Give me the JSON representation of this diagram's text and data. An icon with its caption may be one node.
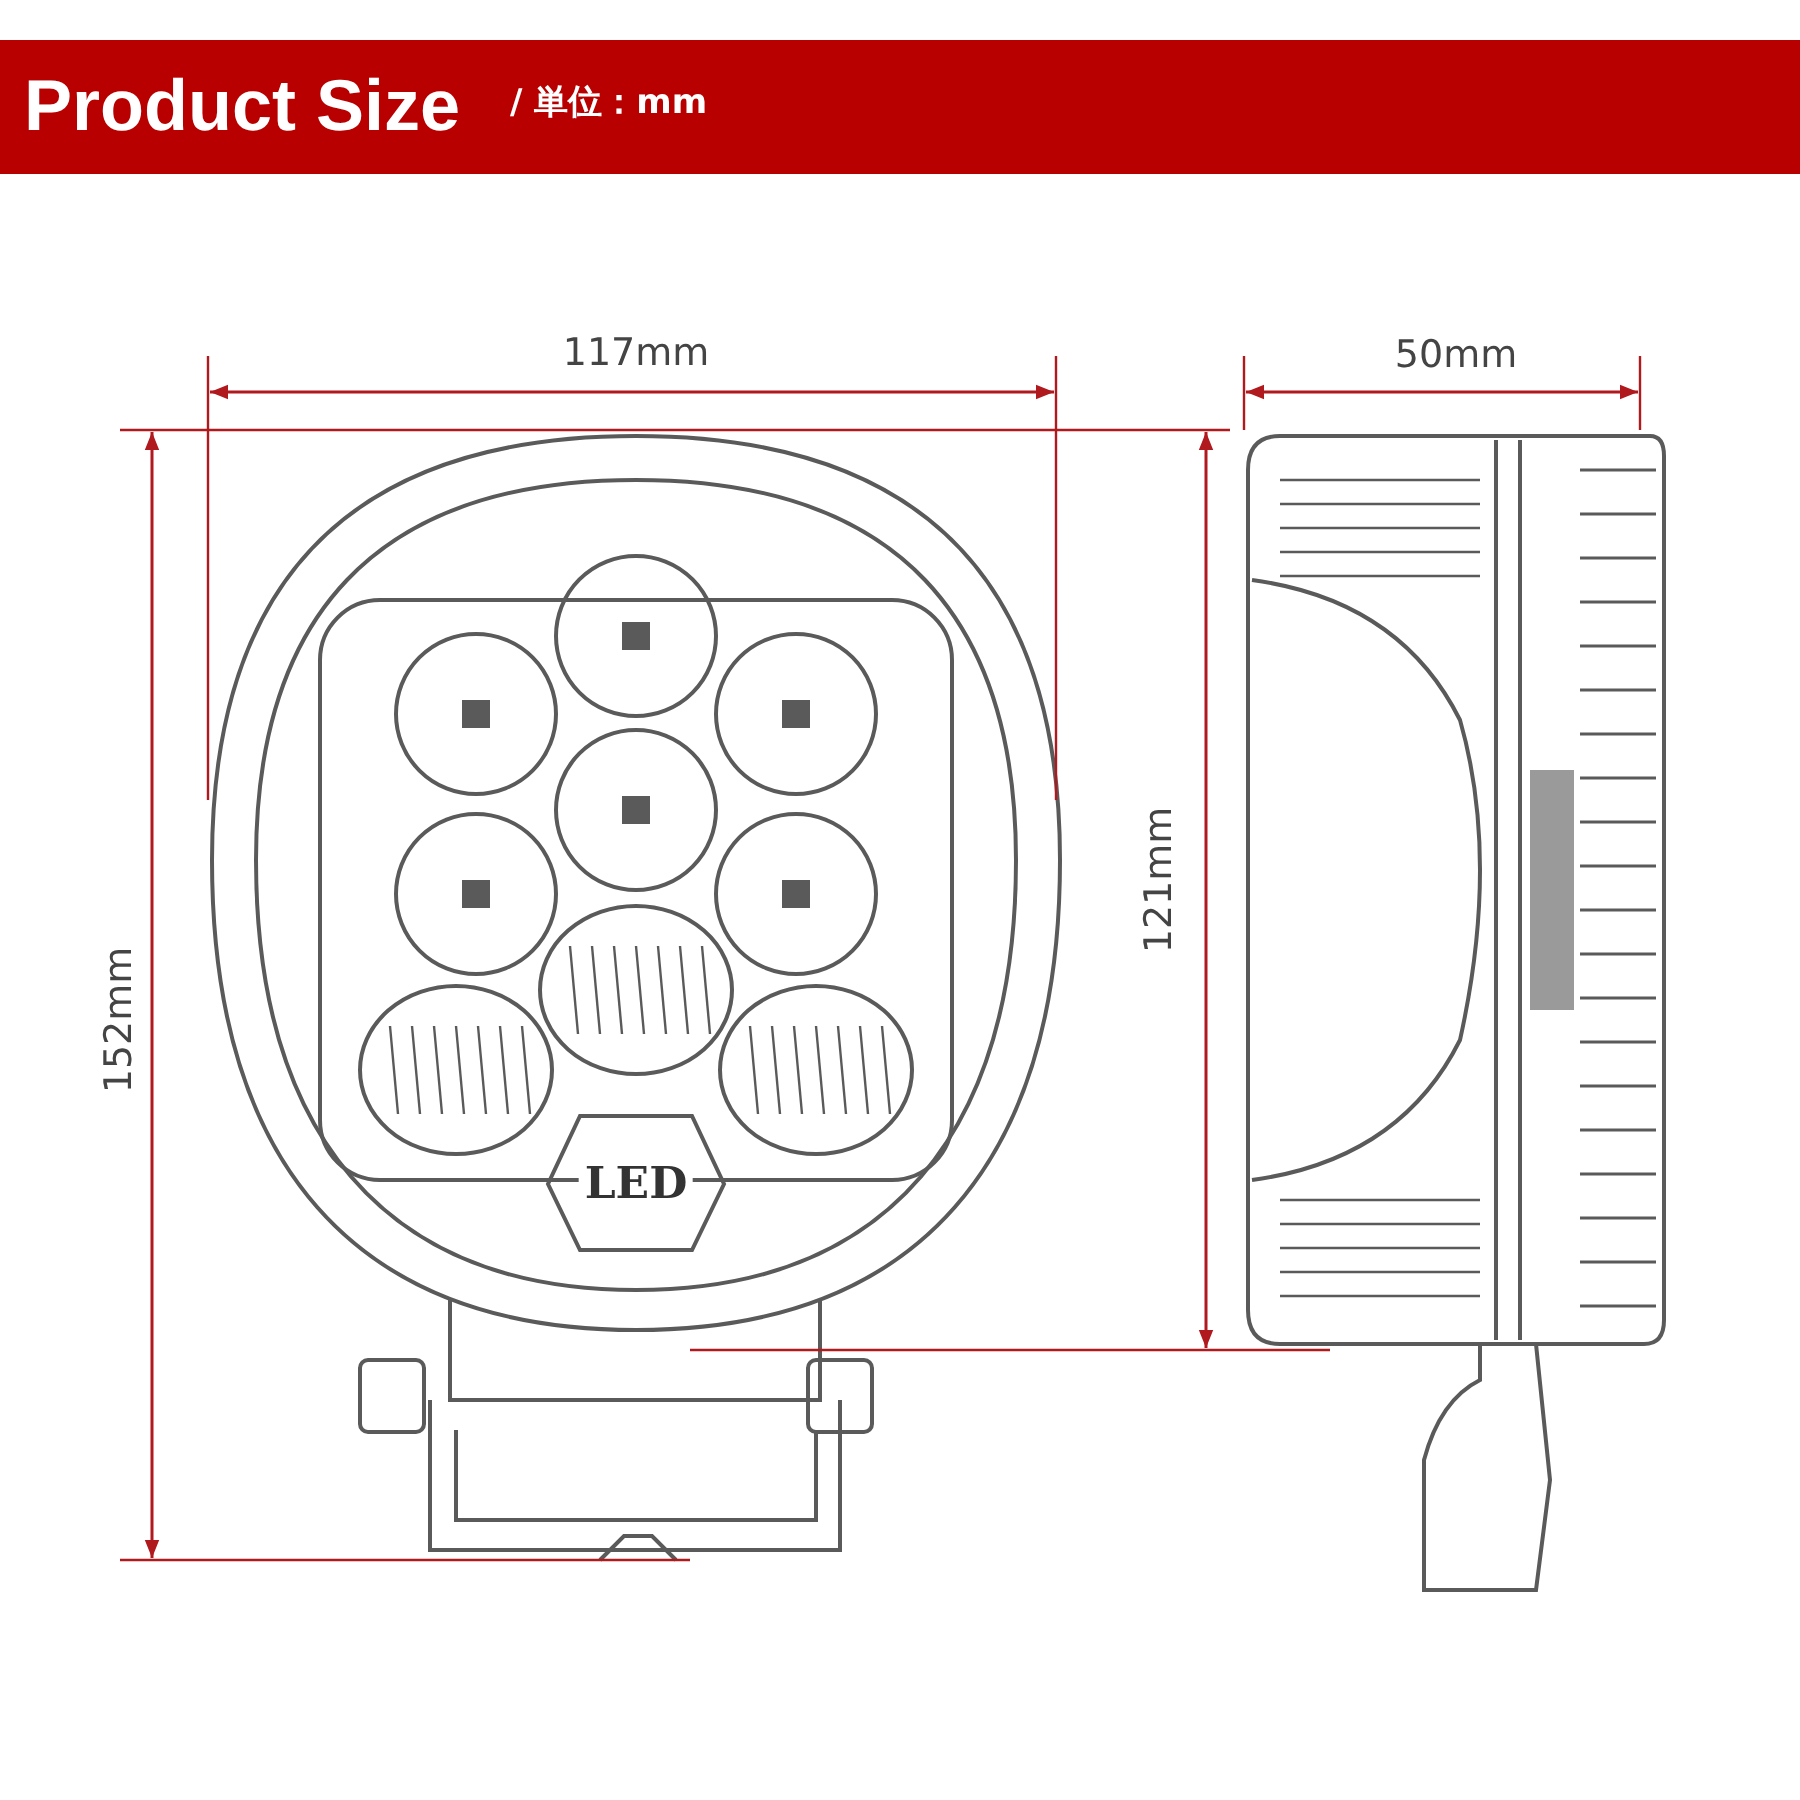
{
  "diagram": {
    "title": "Product Size",
    "labels": [
      "/ 単位：mm",
      "117mm",
      "50mm",
      "152mm",
      "121mm",
      "LED"
    ]
  }
}
